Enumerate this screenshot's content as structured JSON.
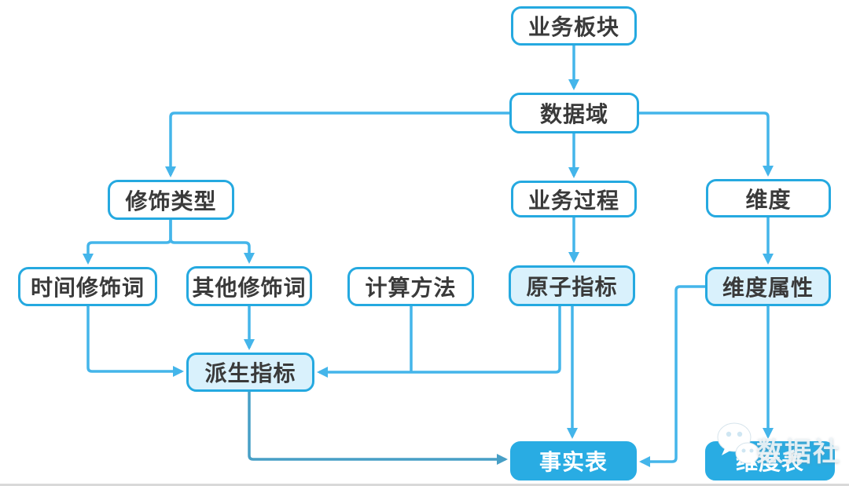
{
  "colors": {
    "accent_border": "#25a9e0",
    "connector": "#44b5ea",
    "connector_dark": "#479fc6",
    "light_fill": "#d9f1fc",
    "solid_fill": "#29ace3",
    "text_dark": "#3a3a3a",
    "text_light": "#ffffff"
  },
  "nodes": {
    "business_sector": {
      "label": "业务板块",
      "variant": "white"
    },
    "data_domain": {
      "label": "数据域",
      "variant": "white"
    },
    "modifier_type": {
      "label": "修饰类型",
      "variant": "white"
    },
    "business_process": {
      "label": "业务过程",
      "variant": "white"
    },
    "dimension": {
      "label": "维度",
      "variant": "white"
    },
    "time_modifier": {
      "label": "时间修饰词",
      "variant": "white"
    },
    "other_modifier": {
      "label": "其他修饰词",
      "variant": "white"
    },
    "calc_method": {
      "label": "计算方法",
      "variant": "white"
    },
    "atomic_indicator": {
      "label": "原子指标",
      "variant": "light"
    },
    "dimension_attribute": {
      "label": "维度属性",
      "variant": "light"
    },
    "derived_indicator": {
      "label": "派生指标",
      "variant": "light"
    },
    "fact_table": {
      "label": "事实表",
      "variant": "solid"
    },
    "dimension_table": {
      "label": "维度表",
      "variant": "solid"
    }
  },
  "edges": [
    {
      "from": "business_sector",
      "to": "data_domain"
    },
    {
      "from": "data_domain",
      "to": "modifier_type"
    },
    {
      "from": "data_domain",
      "to": "business_process"
    },
    {
      "from": "data_domain",
      "to": "dimension"
    },
    {
      "from": "modifier_type",
      "to": "time_modifier"
    },
    {
      "from": "modifier_type",
      "to": "other_modifier"
    },
    {
      "from": "business_process",
      "to": "atomic_indicator"
    },
    {
      "from": "dimension",
      "to": "dimension_attribute"
    },
    {
      "from": "time_modifier",
      "to": "derived_indicator"
    },
    {
      "from": "other_modifier",
      "to": "derived_indicator"
    },
    {
      "from": "calc_method",
      "to": "derived_indicator"
    },
    {
      "from": "atomic_indicator",
      "to": "derived_indicator"
    },
    {
      "from": "atomic_indicator",
      "to": "fact_table"
    },
    {
      "from": "derived_indicator",
      "to": "fact_table"
    },
    {
      "from": "dimension_attribute",
      "to": "fact_table"
    },
    {
      "from": "dimension_attribute",
      "to": "dimension_table"
    }
  ],
  "watermark": {
    "text": "数据社",
    "icon": "wechat-icon"
  }
}
